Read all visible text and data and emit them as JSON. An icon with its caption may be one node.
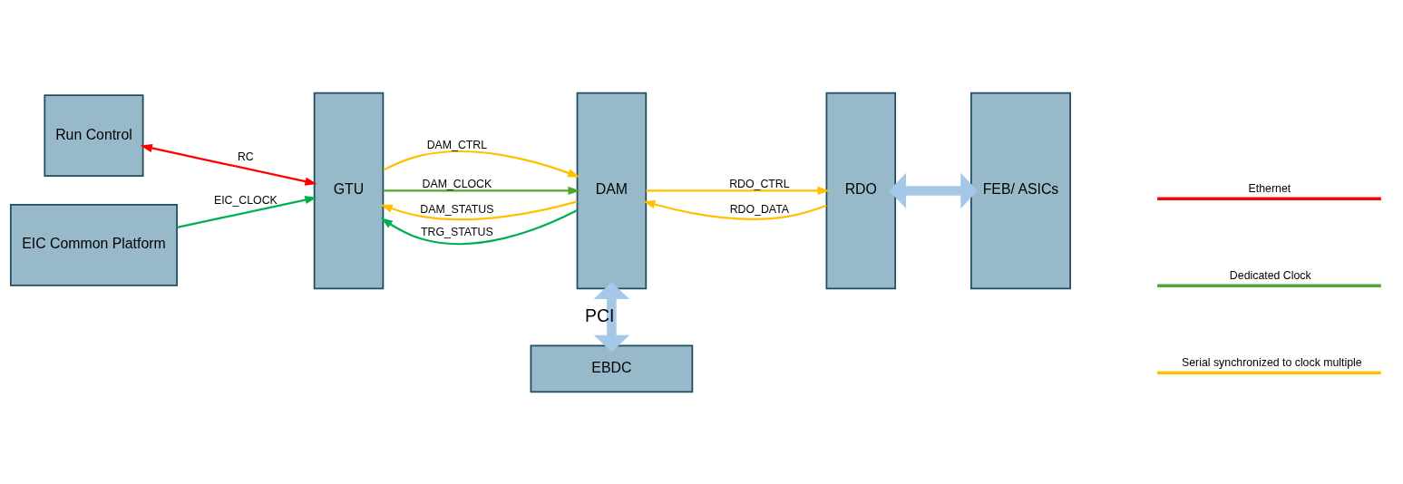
{
  "diagram": {
    "nodes": [
      {
        "text": [
          "Run Control"
        ]
      },
      {
        "text": [
          "EIC Common Platform"
        ]
      },
      {
        "text": [
          "GTU"
        ]
      },
      {
        "text": [
          "DAM"
        ]
      },
      {
        "text": [
          "RDO"
        ]
      },
      {
        "text": [
          "FEB/ ASICs"
        ]
      },
      {
        "text": [
          "EBDC"
        ]
      }
    ],
    "edges": [
      {
        "from": 0,
        "to": 2,
        "arrow": "both",
        "label": "RC",
        "color": "#ff0000"
      },
      {
        "from": 1,
        "to": 2,
        "arrow": "to",
        "label": "EIC_CLOCK",
        "color": "#00b050"
      },
      {
        "from": 2,
        "to": 3,
        "arrow": "to",
        "label": "DAM_CTRL"
      },
      {
        "from": 3,
        "to": 2,
        "arrow": "to",
        "label": "DAM_STATUS"
      },
      {
        "from": 3,
        "to": 2,
        "arrow": "to",
        "label": "TRG_STATUS",
        "color": "#00b050"
      },
      {
        "from": 2,
        "to": 3,
        "arrow": "to",
        "label": "DAM_CLOCK",
        "color": "#4ea72e"
      },
      {
        "from": 4,
        "to": 3,
        "arrow": "to",
        "label": "RDO_DATA"
      },
      {
        "from": 3,
        "to": 4,
        "arrow": "to",
        "label": "RDO_CTRL"
      },
      {
        "from": 4,
        "to": 5,
        "arrow": "both",
        "style": "thick",
        "color": "#a6c8e8"
      },
      {
        "from": 3,
        "to": 6,
        "arrow": "both",
        "style": "thick",
        "color": "#a6c8e8",
        "label": "PCI"
      }
    ],
    "legend": [
      {
        "text": "Ethernet",
        "color": "#ff0000"
      },
      {
        "text": "Dedicated Clock",
        "color": "#4ea72e"
      },
      {
        "text": "Serial synchronized to clock multiple",
        "color": "#ffc000"
      }
    ]
  }
}
